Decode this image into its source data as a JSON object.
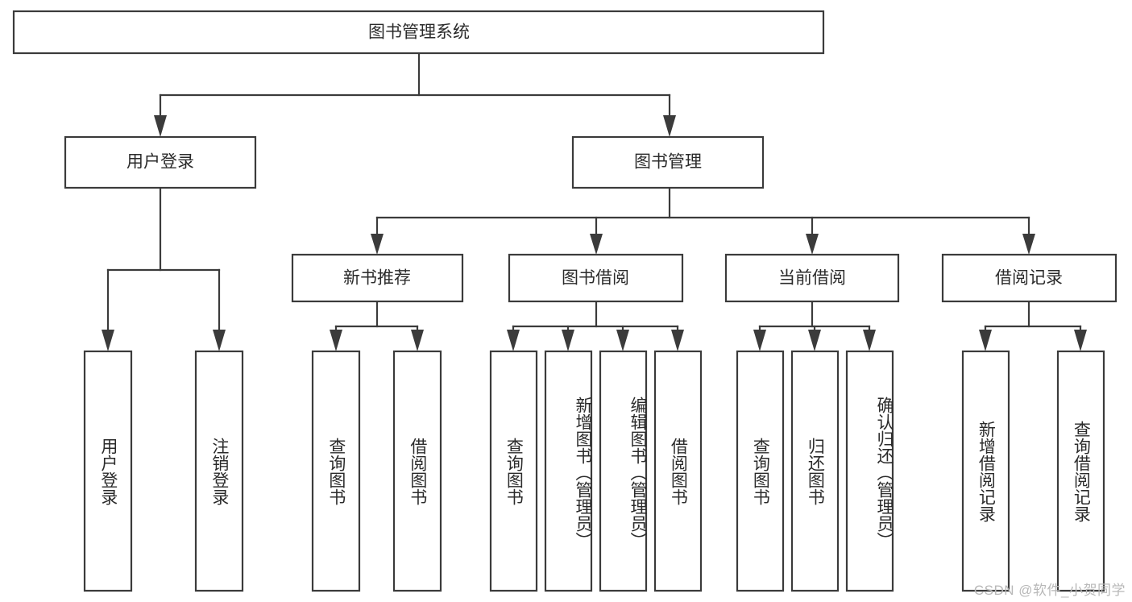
{
  "diagram": {
    "type": "tree",
    "title": "图书管理系统",
    "root": {
      "id": "root",
      "label": "图书管理系统",
      "orientation": "horizontal"
    },
    "level2": [
      {
        "id": "user-login",
        "label": "用户登录",
        "orientation": "horizontal"
      },
      {
        "id": "book-management",
        "label": "图书管理",
        "orientation": "horizontal"
      }
    ],
    "level3": [
      {
        "id": "new-book-recommend",
        "label": "新书推荐",
        "parent": "book-management",
        "orientation": "horizontal"
      },
      {
        "id": "book-borrow",
        "label": "图书借阅",
        "parent": "book-management",
        "orientation": "horizontal"
      },
      {
        "id": "current-borrow",
        "label": "当前借阅",
        "parent": "book-management",
        "orientation": "horizontal"
      },
      {
        "id": "borrow-record",
        "label": "借阅记录",
        "parent": "book-management",
        "orientation": "horizontal"
      }
    ],
    "leaves": [
      {
        "id": "leaf-user-login",
        "label": "用户登录",
        "parent": "user-login",
        "orientation": "vertical"
      },
      {
        "id": "leaf-logout",
        "label": "注销登录",
        "parent": "user-login",
        "orientation": "vertical"
      },
      {
        "id": "leaf-query-book-rec",
        "label": "查询图书",
        "parent": "new-book-recommend",
        "orientation": "vertical"
      },
      {
        "id": "leaf-borrow-book-rec",
        "label": "借阅图书",
        "parent": "new-book-recommend",
        "orientation": "vertical"
      },
      {
        "id": "leaf-query-book-borrow",
        "label": "查询图书",
        "parent": "book-borrow",
        "orientation": "vertical"
      },
      {
        "id": "leaf-add-book",
        "label": "新增图书（管理员）",
        "parent": "book-borrow",
        "orientation": "vertical"
      },
      {
        "id": "leaf-edit-book",
        "label": "编辑图书（管理员）",
        "parent": "book-borrow",
        "orientation": "vertical"
      },
      {
        "id": "leaf-borrow-book",
        "label": "借阅图书",
        "parent": "book-borrow",
        "orientation": "vertical"
      },
      {
        "id": "leaf-query-book-current",
        "label": "查询图书",
        "parent": "current-borrow",
        "orientation": "vertical"
      },
      {
        "id": "leaf-return-book",
        "label": "归还图书",
        "parent": "current-borrow",
        "orientation": "vertical"
      },
      {
        "id": "leaf-confirm-return",
        "label": "确认归还（管理员）",
        "parent": "current-borrow",
        "orientation": "vertical"
      },
      {
        "id": "leaf-add-record",
        "label": "新增借阅记录",
        "parent": "borrow-record",
        "orientation": "vertical"
      },
      {
        "id": "leaf-query-record",
        "label": "查询借阅记录",
        "parent": "borrow-record",
        "orientation": "vertical"
      }
    ],
    "watermark": "CSDN @软件_小贺同学",
    "colors": {
      "stroke": "#3b3b3b",
      "fill": "#ffffff",
      "text": "#2b2b2b",
      "watermark": "#b8b8b8",
      "background": "#ffffff"
    }
  }
}
